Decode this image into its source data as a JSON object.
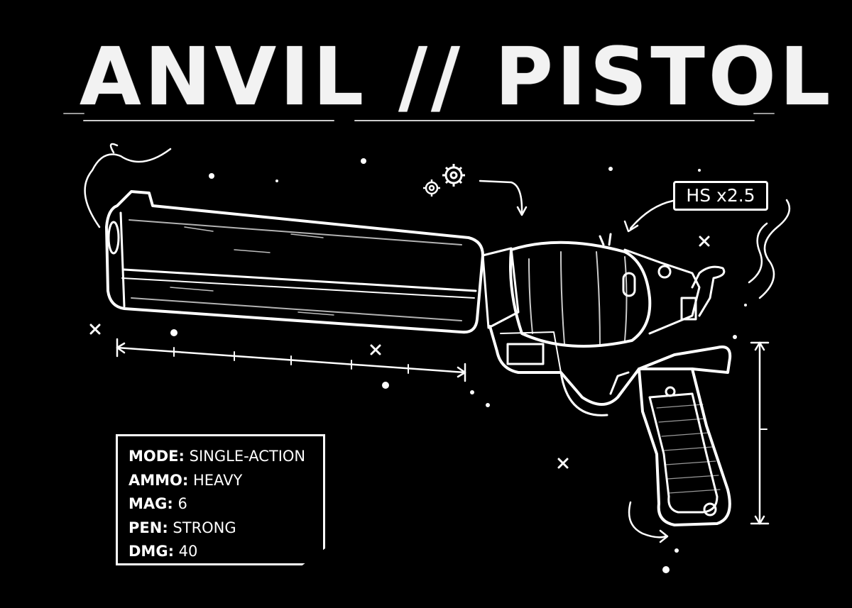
{
  "title": "ANVIL // PISTOL",
  "badge": {
    "label": "HS x2.5"
  },
  "stats": [
    {
      "key": "MODE",
      "value": "SINGLE-ACTION"
    },
    {
      "key": "AMMO",
      "value": "HEAVY"
    },
    {
      "key": "MAG",
      "value": "6"
    },
    {
      "key": "PEN",
      "value": "STRONG"
    },
    {
      "key": "DMG",
      "value": "40"
    }
  ],
  "colors": {
    "background": "#000000",
    "ink": "#ffffff"
  },
  "icons": [
    "gear-icon",
    "gear-icon",
    "arrow-icon",
    "cross-icon",
    "dimension-line-icon"
  ]
}
